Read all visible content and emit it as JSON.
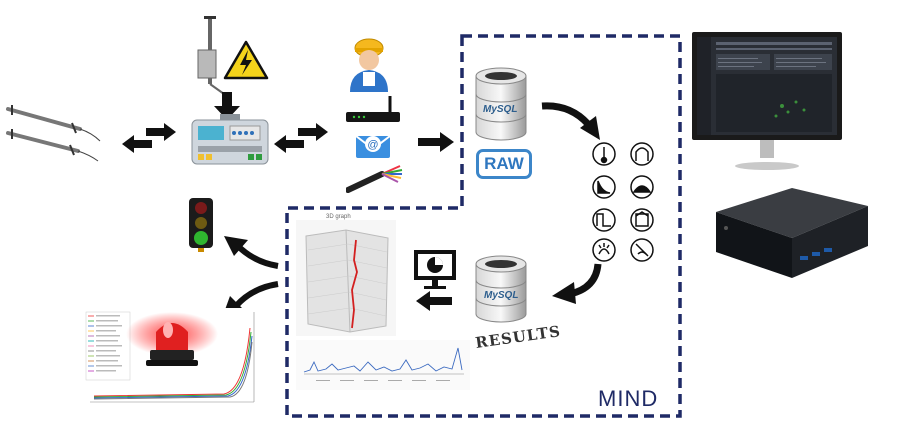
{
  "diagram": {
    "mind_label": "MIND",
    "raw_badge": "RAW",
    "results_label": "RESULTS",
    "db_brand": "MySQL",
    "graph_title": "3D graph",
    "email_symbol": "@"
  },
  "icons": {
    "sensor_rods": "sensor-rods-icon",
    "electric_sensor_pole": "sensor-pole-icon",
    "high_voltage": "high-voltage-warning-icon",
    "datalogger": "datalogger-device-icon",
    "worker": "worker-icon",
    "router": "wifi-router-icon",
    "email": "email-icon",
    "cable": "cable-bundle-icon",
    "raw_database": "database-icon",
    "results_database": "database-icon",
    "monitor_pie": "monitor-pie-chart-icon",
    "traffic_light": "traffic-light-icon",
    "alarm_siren": "alarm-siren-icon",
    "desktop_monitor": "desktop-monitor-icon",
    "mini_pc": "mini-pc-icon"
  },
  "colors": {
    "frame": "#1f2a66",
    "arrow": "#111111",
    "raw_blue": "#3c86c9",
    "siren_red": "#e02020",
    "traffic_green": "#2fb52f"
  }
}
